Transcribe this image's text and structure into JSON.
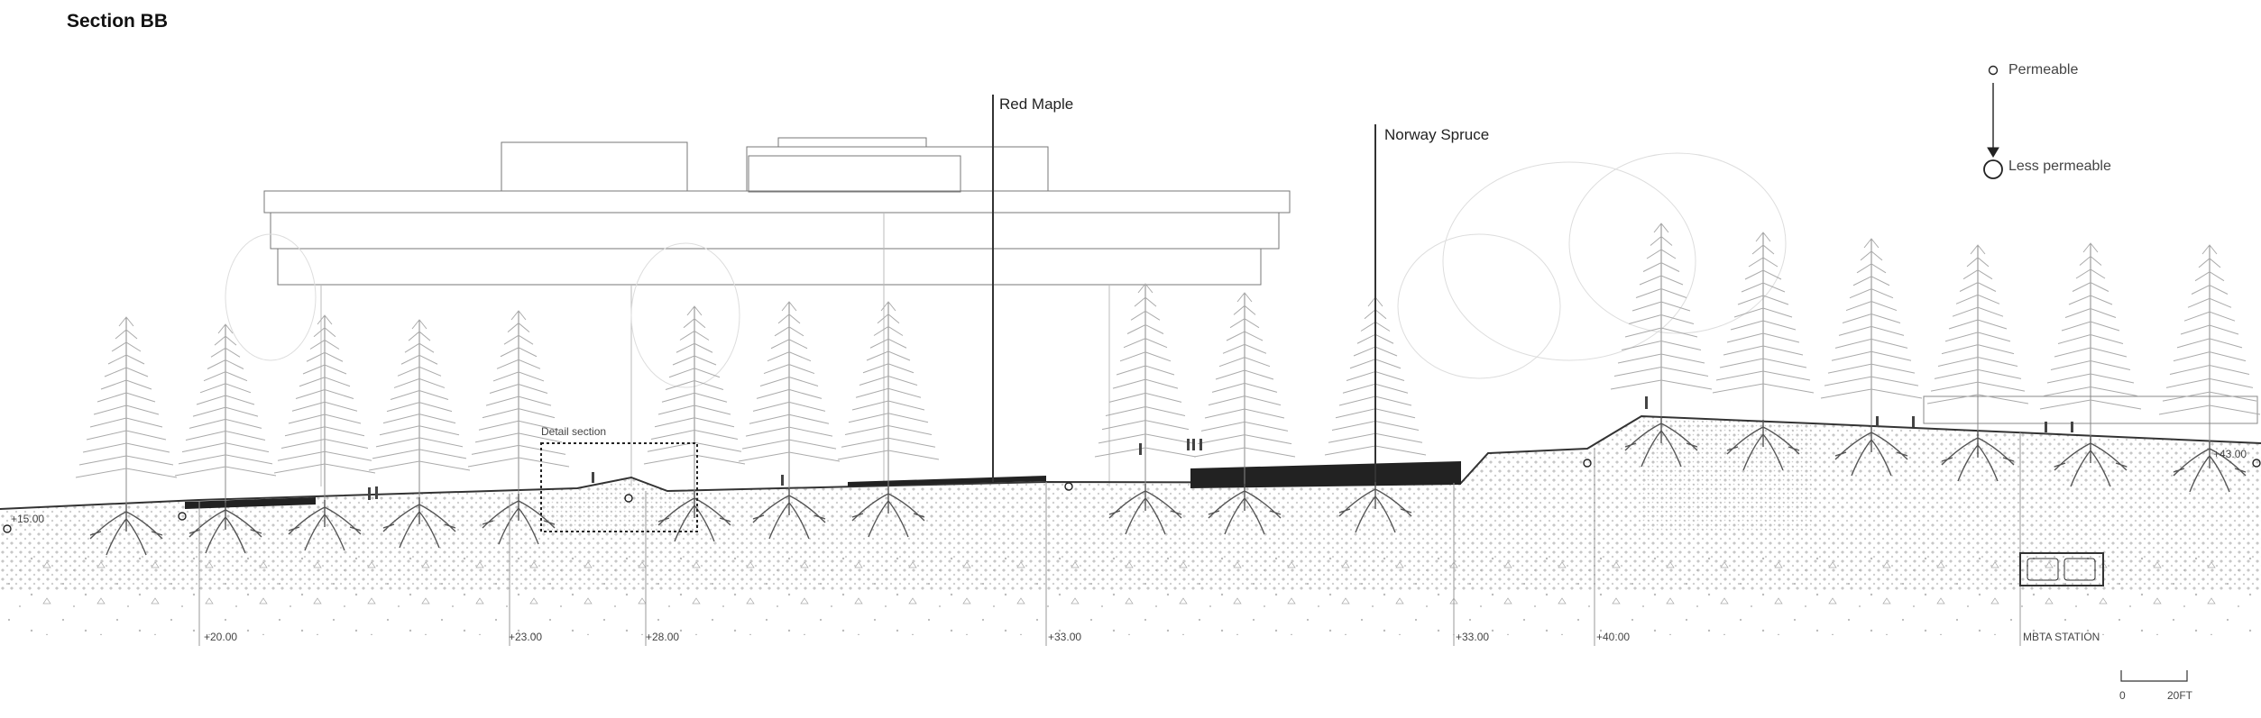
{
  "title": "Section BB",
  "callouts": {
    "red_maple": "Red Maple",
    "norway_spruce": "Norway Spruce",
    "detail_section": "Detail section"
  },
  "legend": {
    "permeable": "Permeable",
    "less_permeable": "Less permeable"
  },
  "elevations": [
    "+15.00",
    "+20.00",
    "+23.00",
    "+28.00",
    "+33.00",
    "+33.00",
    "+40.00",
    "+43.00"
  ],
  "station_label": "MBTA STATION",
  "scale_bar": {
    "start": "0",
    "end": "20FT"
  }
}
